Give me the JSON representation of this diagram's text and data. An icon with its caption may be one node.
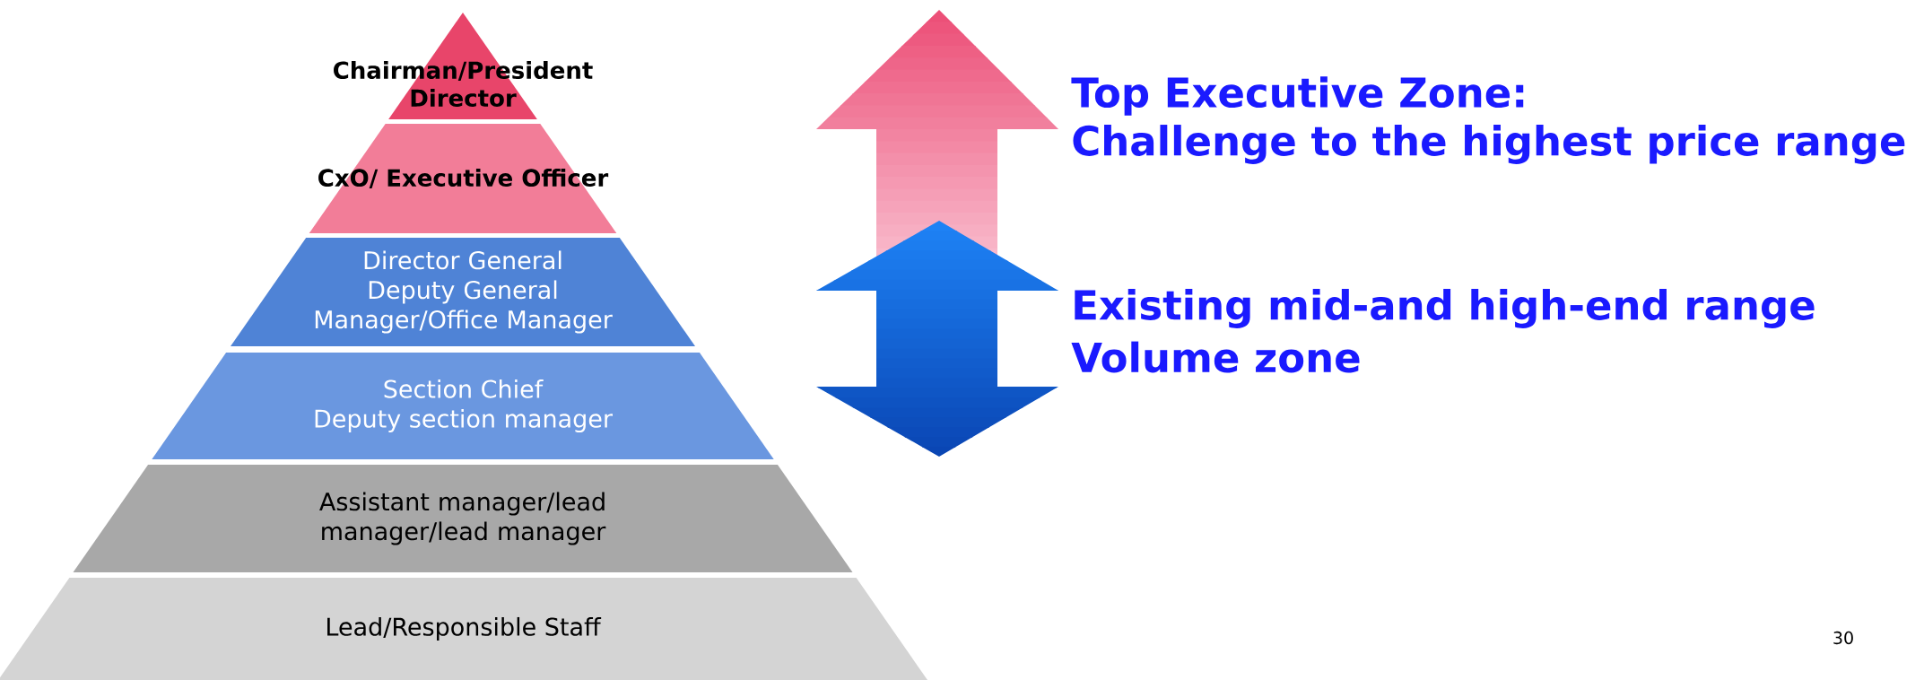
{
  "diagram": {
    "nodes": [
      {
        "text": [
          "Chairman/President",
          "Director"
        ]
      },
      {
        "text": [
          "CxO/ Executive Officer"
        ]
      },
      {
        "text": [
          "Director General",
          "Deputy General Manager/Office Manager"
        ]
      },
      {
        "text": [
          "Section Chief",
          "Deputy section manager"
        ]
      },
      {
        "text": [
          "Assistant manager/lead manager/lead manager"
        ]
      },
      {
        "text": [
          "Lead/Responsible Staff"
        ]
      }
    ],
    "labels": [
      "Top Executive Zone:",
      "Challenge to the highest price range",
      "Existing mid-and high-end range",
      "Volume zone",
      "30"
    ]
  }
}
